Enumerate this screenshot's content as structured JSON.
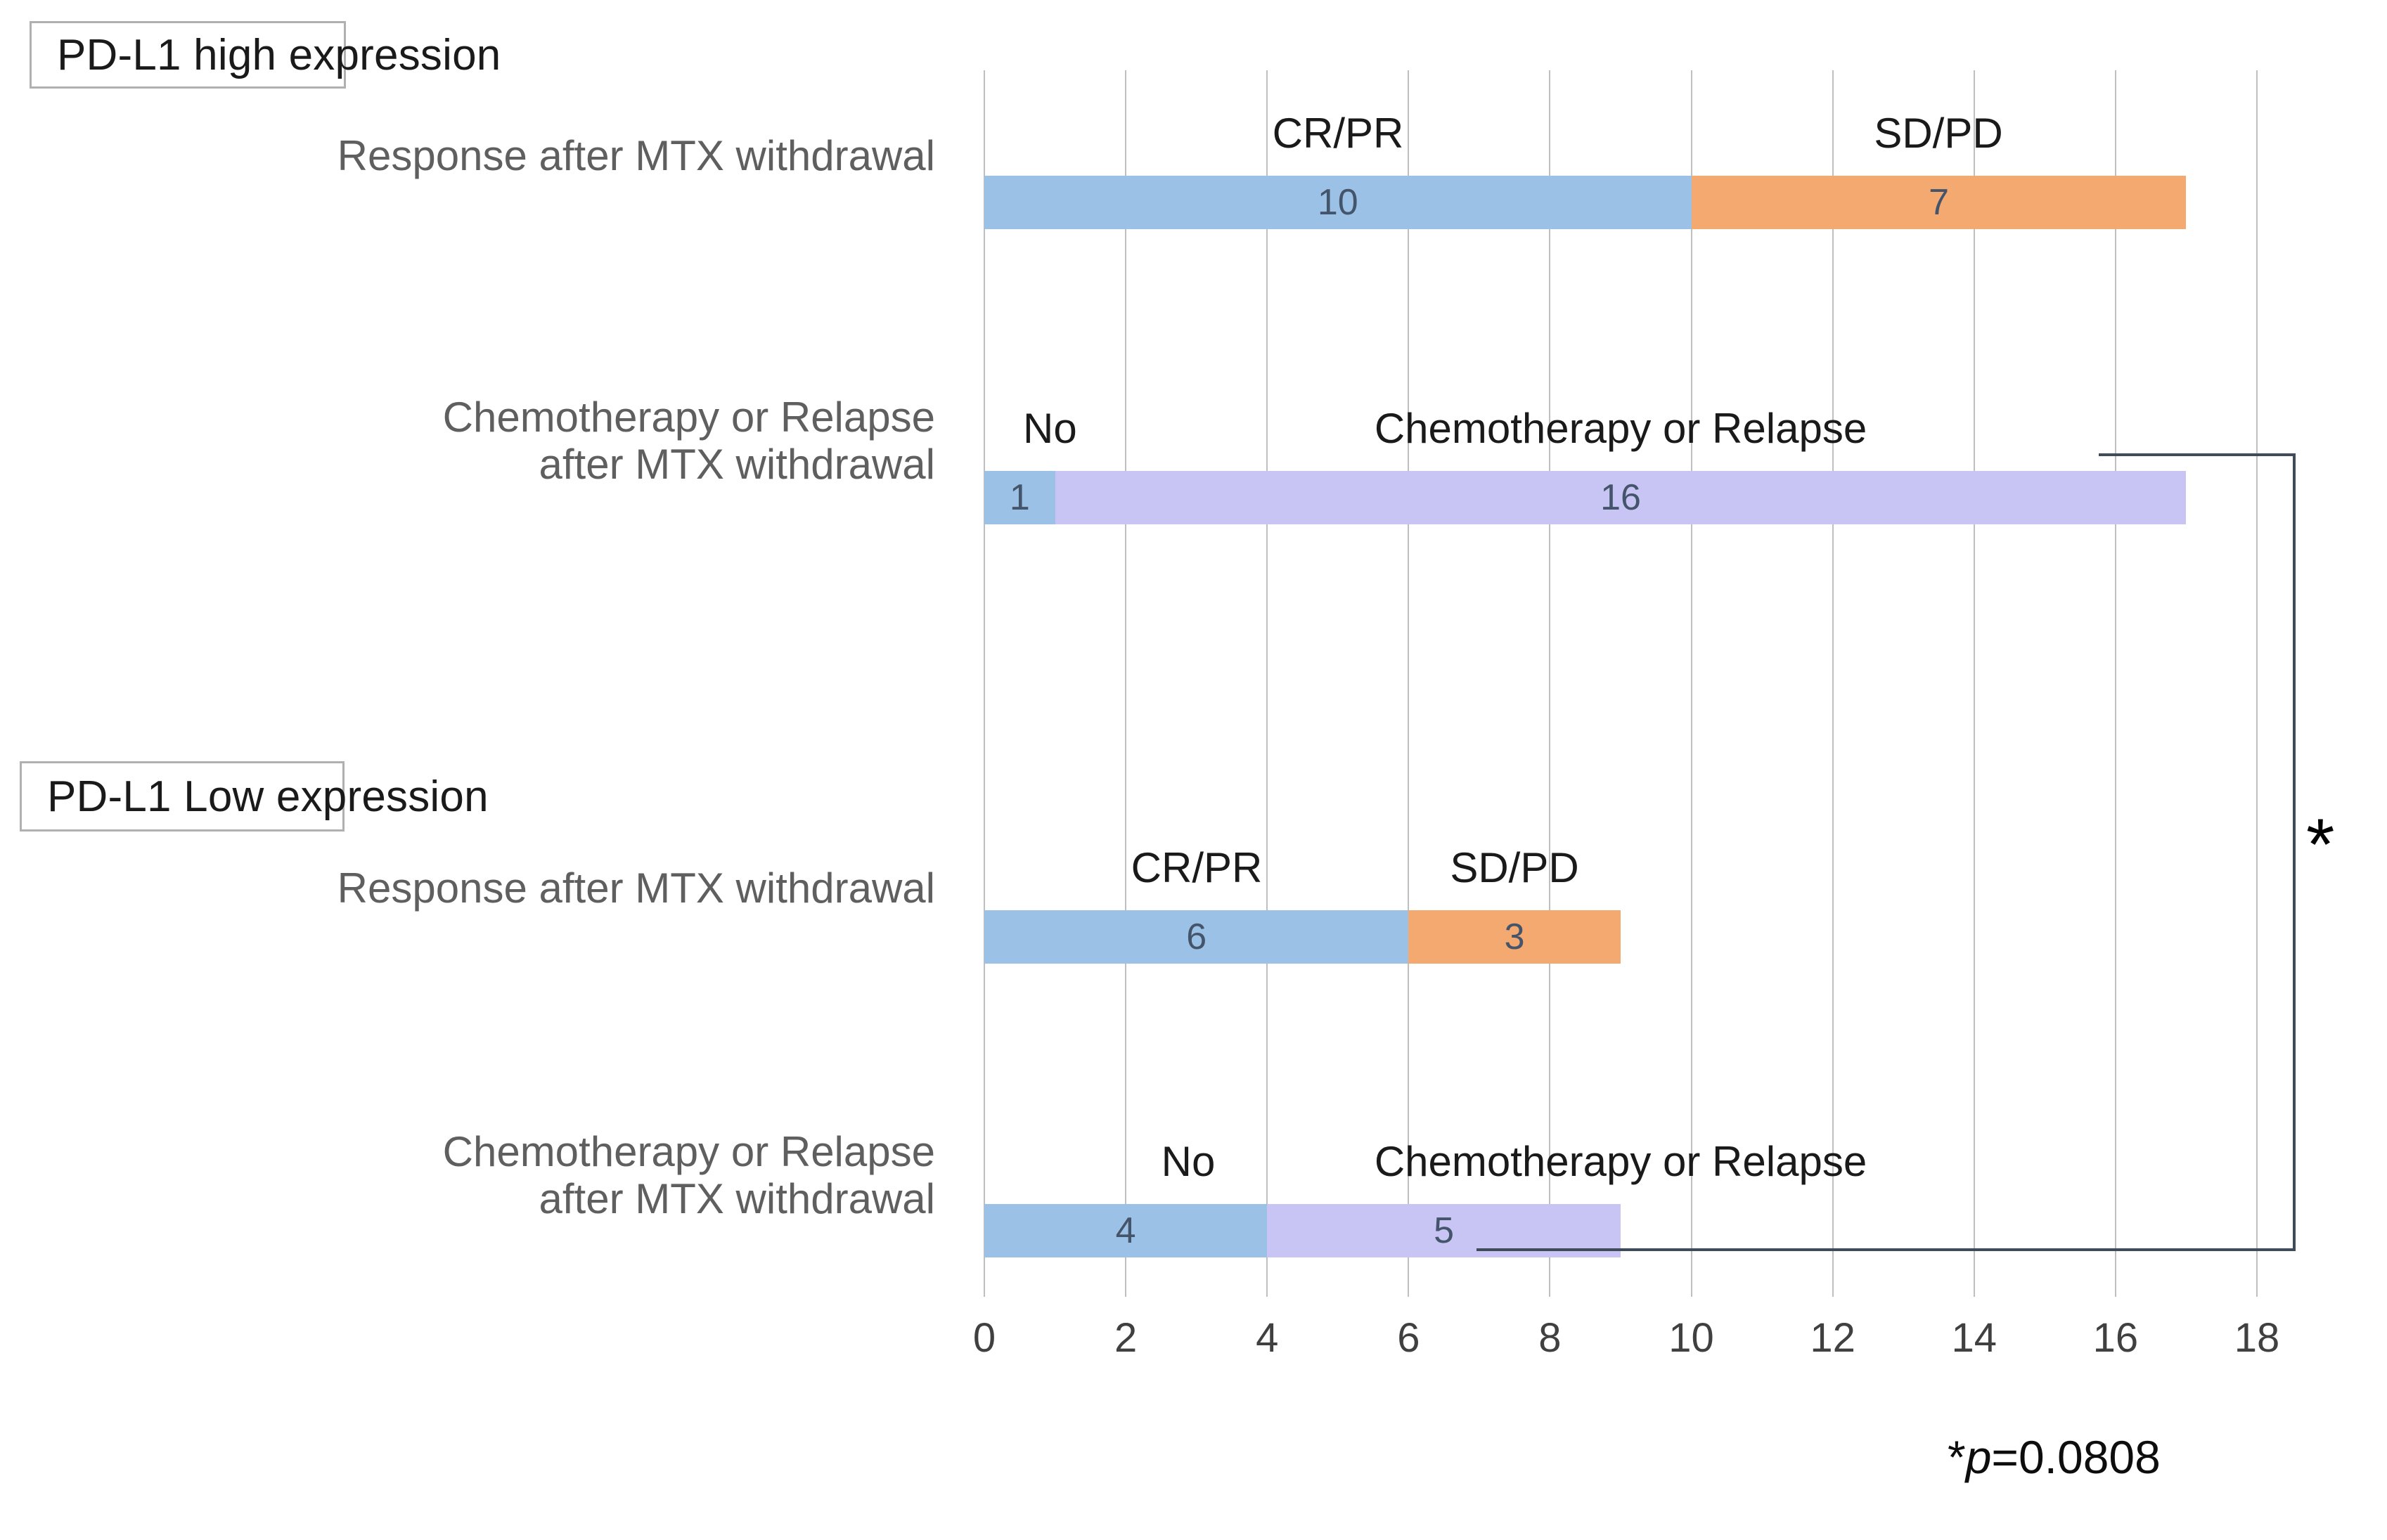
{
  "chart_data": {
    "type": "bar",
    "title": "",
    "orientation": "horizontal",
    "stacked": true,
    "xlabel": "",
    "ylabel": "",
    "xlim": [
      0,
      18
    ],
    "xticks": [
      0,
      2,
      4,
      6,
      8,
      10,
      12,
      14,
      16,
      18
    ],
    "xtick_labels": [
      "0",
      "2",
      "4",
      "6",
      "8",
      "10",
      "12",
      "14",
      "16",
      "18"
    ],
    "grid": true,
    "legend": "none (segments labeled in-place above bars)",
    "colors": {
      "blue": "#9BC2E6",
      "orange": "#F4A971",
      "lavender": "#C8C5F5",
      "value_text": "#44546a",
      "gridline": "#bfbfbf",
      "row_label_text": "#5f5f5f",
      "bracket": "#3f4a5a"
    },
    "groups": [
      {
        "group_label": "PD-L1 high expression",
        "rows": [
          {
            "label": "Response after MTX withdrawal",
            "segments": [
              {
                "name": "CR/PR",
                "value": 10,
                "color": "#9BC2E6"
              },
              {
                "name": "SD/PD",
                "value": 7,
                "color": "#F4A971"
              }
            ],
            "total": 17
          },
          {
            "label": "Chemotherapy or Relapse\nafter MTX withdrawal",
            "segments": [
              {
                "name": "No",
                "value": 1,
                "color": "#9BC2E6"
              },
              {
                "name": "Chemotherapy or Relapse",
                "value": 16,
                "color": "#C8C5F5"
              }
            ],
            "total": 17
          }
        ]
      },
      {
        "group_label": "PD-L1 Low expression",
        "rows": [
          {
            "label": "Response after MTX withdrawal",
            "segments": [
              {
                "name": "CR/PR",
                "value": 6,
                "color": "#9BC2E6"
              },
              {
                "name": "SD/PD",
                "value": 3,
                "color": "#F4A971"
              }
            ],
            "total": 9
          },
          {
            "label": "Chemotherapy or Relapse\nafter MTX withdrawal",
            "segments": [
              {
                "name": "No",
                "value": 4,
                "color": "#9BC2E6"
              },
              {
                "name": "Chemotherapy or Relapse",
                "value": 5,
                "color": "#C8C5F5"
              }
            ],
            "total": 9
          }
        ]
      }
    ],
    "annotations": [
      {
        "type": "significance-bracket",
        "marker": "*",
        "connects": [
          "PD-L1 high expression / Chemotherapy or Relapse after MTX withdrawal",
          "PD-L1 Low expression / Chemotherapy or Relapse after MTX withdrawal"
        ],
        "p_value": "0.0808",
        "note": "*p=0.0808"
      }
    ]
  },
  "groups": {
    "high": {
      "title": "PD-L1 high expression"
    },
    "low": {
      "title": "PD-L1 Low expression"
    }
  },
  "rows": {
    "r1": {
      "label": "Response after MTX withdrawal"
    },
    "r2": {
      "label": "Chemotherapy or Relapse\nafter MTX withdrawal"
    },
    "r3": {
      "label": "Response after MTX withdrawal"
    },
    "r4": {
      "label": "Chemotherapy or Relapse\nafter MTX withdrawal"
    }
  },
  "bars": {
    "r1": {
      "s1": {
        "caption": "CR/PR",
        "value": "10"
      },
      "s2": {
        "caption": "SD/PD",
        "value": "7"
      }
    },
    "r2": {
      "s1": {
        "caption": "No",
        "value": "1"
      },
      "s2": {
        "caption": "Chemotherapy or Relapse",
        "value": "16"
      }
    },
    "r3": {
      "s1": {
        "caption": "CR/PR",
        "value": "6"
      },
      "s2": {
        "caption": "SD/PD",
        "value": "3"
      }
    },
    "r4": {
      "s1": {
        "caption": "No",
        "value": "4"
      },
      "s2": {
        "caption": "Chemotherapy or Relapse",
        "value": "5"
      }
    }
  },
  "axis": {
    "ticks": [
      "0",
      "2",
      "4",
      "6",
      "8",
      "10",
      "12",
      "14",
      "16",
      "18"
    ]
  },
  "significance": {
    "star": "*",
    "note_star": "*",
    "note_p": "p",
    "note_value": "=0.0808"
  }
}
